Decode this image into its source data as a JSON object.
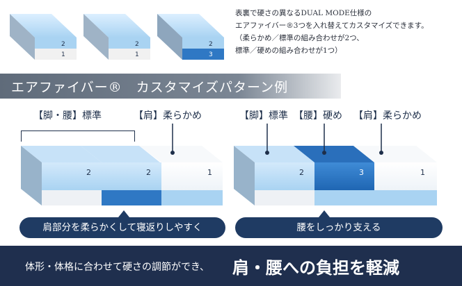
{
  "top": {
    "blocks": [
      {
        "upper": "2",
        "lower": "1"
      },
      {
        "upper": "2",
        "lower": "1"
      },
      {
        "upper": "2",
        "lower": "3"
      }
    ],
    "description": [
      "表裏で硬さの異なるDUAL MODE仕様の",
      "エアファイバー®3つを入れ替えてカスタマイズできます。",
      "（柔らかめ／標準の組み合わせが2つ、",
      "標準／硬めの組み合わせが1つ）"
    ]
  },
  "title": "エアファイバー®　カスタマイズパターン例",
  "left_pattern": {
    "label_leg_waist": "【脚・腰】標準",
    "label_shoulder": "【肩】柔らかめ",
    "segments": [
      "2",
      "2",
      "1"
    ],
    "caption": "肩部分を柔らかくして寝返りしやすく"
  },
  "right_pattern": {
    "label_leg": "【脚】標準",
    "label_waist": "【腰】硬め",
    "label_shoulder": "【肩】柔らかめ",
    "segments": [
      "2",
      "3",
      "1"
    ],
    "caption": "腰をしっかり支える"
  },
  "bottom": {
    "text_small": "体形・体格に合わせて硬さの調節ができ、",
    "text_big": "肩・腰への負担を軽減"
  },
  "colors": {
    "soft": "#ffffff",
    "standard": "#a9d3f2",
    "hard": "#2f78c4",
    "navy": "#1f2f4e"
  }
}
